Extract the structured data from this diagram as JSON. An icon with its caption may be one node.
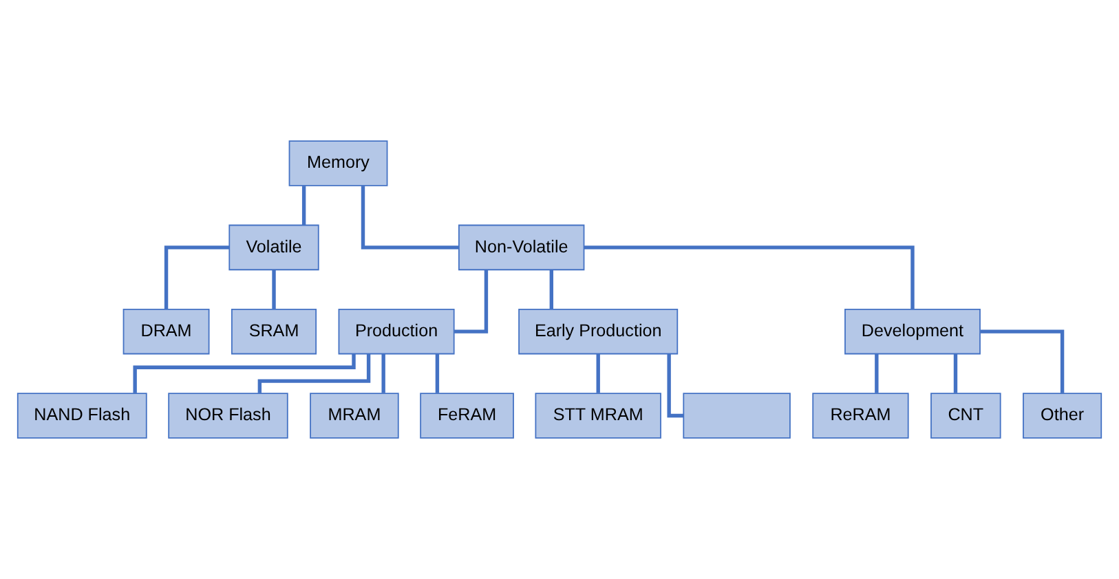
{
  "diagram": {
    "nodes": [
      {
        "text": [
          "Memory"
        ]
      },
      {
        "text": [
          "Volatile"
        ]
      },
      {
        "text": [
          "Non-Volatile"
        ]
      },
      {
        "text": [
          "DRAM"
        ]
      },
      {
        "text": [
          "SRAM"
        ]
      },
      {
        "text": [
          "Production"
        ]
      },
      {
        "text": [
          "Early Production"
        ]
      },
      {
        "text": [
          "Development"
        ]
      },
      {
        "text": [
          "NAND Flash"
        ]
      },
      {
        "text": [
          "NOR Flash"
        ]
      },
      {
        "text": [
          "MRAM"
        ]
      },
      {
        "text": [
          "FeRAM"
        ]
      },
      {
        "text": [
          "STT MRAM"
        ]
      },
      {
        "text": [],
        "shape": "box"
      },
      {
        "text": [
          "ReRAM"
        ]
      },
      {
        "text": [
          "CNT"
        ]
      },
      {
        "text": [
          "Other"
        ]
      }
    ],
    "edges": [
      {
        "from": 0,
        "to": 1,
        "arrow": "none"
      },
      {
        "from": 0,
        "to": 2,
        "arrow": "none"
      },
      {
        "from": 1,
        "to": 3,
        "arrow": "none"
      },
      {
        "from": 1,
        "to": 4,
        "arrow": "none"
      },
      {
        "from": 2,
        "to": 5,
        "arrow": "none"
      },
      {
        "from": 2,
        "to": 6,
        "arrow": "none"
      },
      {
        "from": 2,
        "to": 7,
        "arrow": "none"
      },
      {
        "from": 5,
        "to": 8,
        "arrow": "none"
      },
      {
        "from": 5,
        "to": 9,
        "arrow": "none"
      },
      {
        "from": 5,
        "to": 10,
        "arrow": "none"
      },
      {
        "from": 5,
        "to": 11,
        "arrow": "none"
      },
      {
        "from": 6,
        "to": 12,
        "arrow": "none"
      },
      {
        "from": 6,
        "to": 13,
        "arrow": "none"
      },
      {
        "from": 7,
        "to": 14,
        "arrow": "none"
      },
      {
        "from": 7,
        "to": 15,
        "arrow": "none"
      },
      {
        "from": 7,
        "to": 16,
        "arrow": "none"
      }
    ]
  }
}
